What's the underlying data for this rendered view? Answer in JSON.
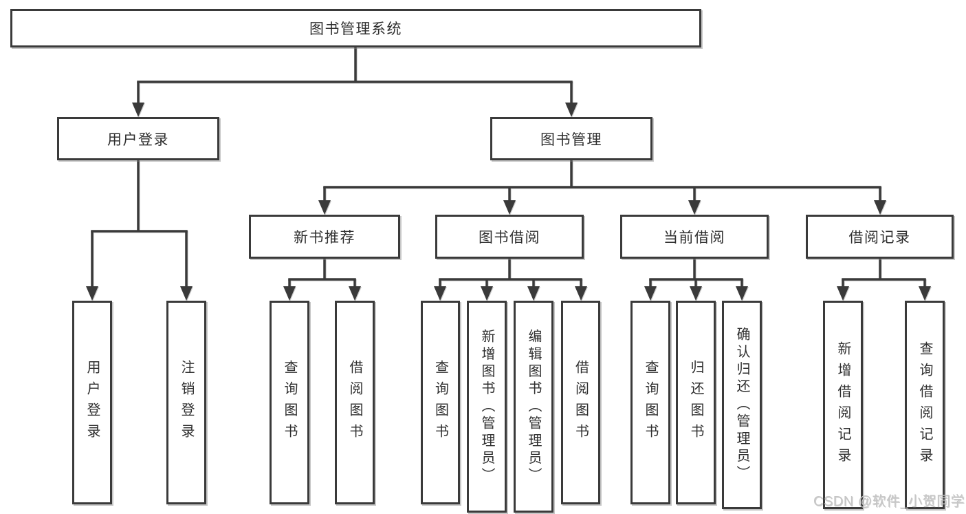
{
  "watermark": "CSDN @软件_小贺同学",
  "colors": {
    "line": "#3a3a3a",
    "node_border": "#3a3a3a",
    "node_fill": "#ffffff",
    "text": "#2f2f2f",
    "watermark_text": "#c6c6c6",
    "background": "#ffffff"
  },
  "tree": {
    "label": "图书管理系统",
    "children": [
      {
        "label": "用户登录",
        "children": [
          {
            "label": "用户登录"
          },
          {
            "label": "注销登录"
          }
        ]
      },
      {
        "label": "图书管理",
        "children": [
          {
            "label": "新书推荐",
            "children": [
              {
                "label": "查询图书"
              },
              {
                "label": "借阅图书"
              }
            ]
          },
          {
            "label": "图书借阅",
            "children": [
              {
                "label": "查询图书"
              },
              {
                "label": "新增图书（管理员）"
              },
              {
                "label": "编辑图书（管理员）"
              },
              {
                "label": "借阅图书"
              }
            ]
          },
          {
            "label": "当前借阅",
            "children": [
              {
                "label": "查询图书"
              },
              {
                "label": "归还图书"
              },
              {
                "label": "确认归还（管理员）"
              }
            ]
          },
          {
            "label": "借阅记录",
            "children": [
              {
                "label": "新增借阅记录"
              },
              {
                "label": "查询借阅记录"
              }
            ]
          }
        ]
      }
    ]
  }
}
